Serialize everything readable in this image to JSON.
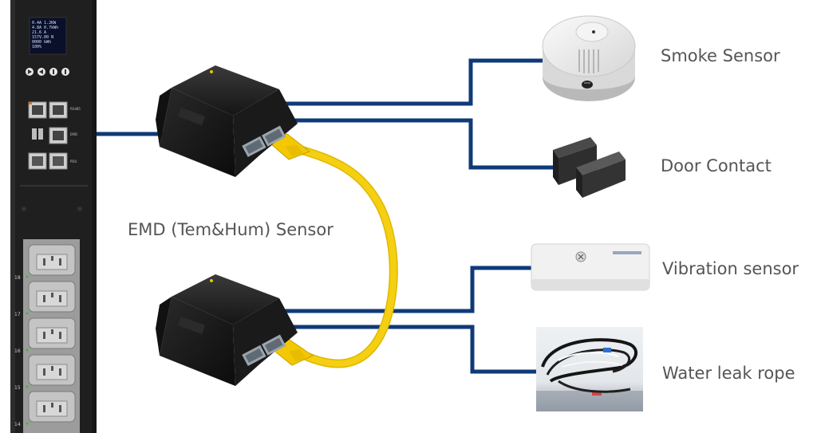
{
  "labels": {
    "emd": "EMD (Tem&Hum) Sensor",
    "smoke": "Smoke Sensor",
    "door": "Door Contact",
    "vibration": "Vibration sensor",
    "water": "Water leak rope"
  },
  "pdu": {
    "display_lines": [
      "0.4A 1.2KW",
      "4.8A 0.7kWh",
      "21.6 A",
      "157V.00 N",
      "0000 kWh",
      "100%"
    ],
    "outlet_numbers": [
      "18",
      "17",
      "16",
      "15",
      "14"
    ]
  },
  "colors": {
    "cable_blue": "#0f3a78",
    "ethernet_yellow": "#f5cf12",
    "pdu_body": "#202020",
    "label_gray": "#555555"
  }
}
